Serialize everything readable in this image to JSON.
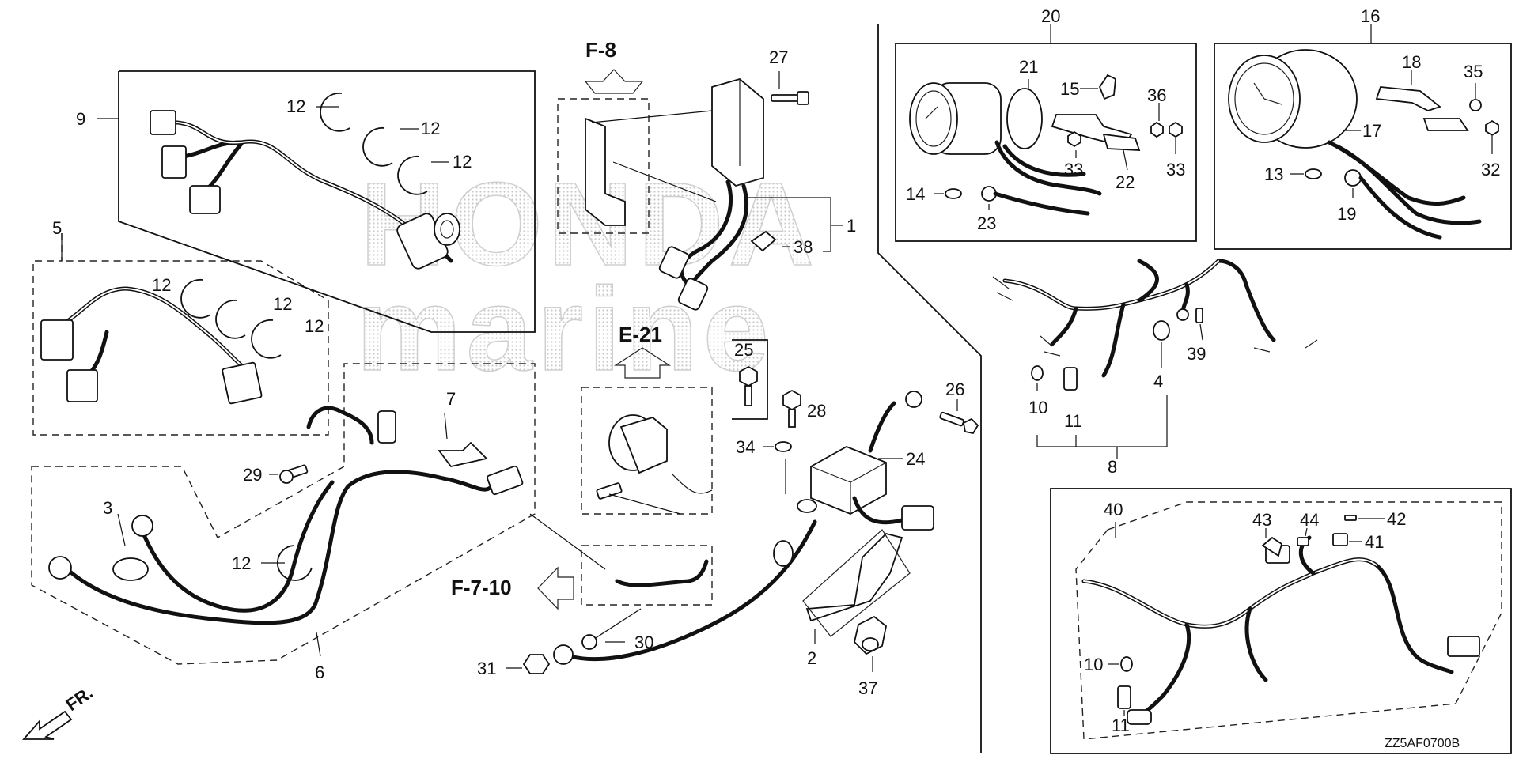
{
  "diagram": {
    "code": "ZZ5AF0700B",
    "watermark": [
      "HONDA",
      "marine"
    ],
    "front_label": "FR.",
    "refs": {
      "f8": "F-8",
      "e21": "E-21",
      "f710": "F-7-10"
    },
    "callouts": {
      "c1": "1",
      "c2": "2",
      "c3": "3",
      "c4": "4",
      "c5": "5",
      "c6": "6",
      "c7": "7",
      "c8": "8",
      "c9": "9",
      "c10a": "10",
      "c10b": "10",
      "c11a": "11",
      "c11b": "11",
      "c12a": "12",
      "c12b": "12",
      "c12c": "12",
      "c12d": "12",
      "c12e": "12",
      "c12f": "12",
      "c12g": "12",
      "c13": "13",
      "c14": "14",
      "c15": "15",
      "c16": "16",
      "c17": "17",
      "c18": "18",
      "c19": "19",
      "c20": "20",
      "c21": "21",
      "c22": "22",
      "c23": "23",
      "c24": "24",
      "c25": "25",
      "c26": "26",
      "c27": "27",
      "c28": "28",
      "c29": "29",
      "c30": "30",
      "c31": "31",
      "c32": "32",
      "c33a": "33",
      "c33b": "33",
      "c34": "34",
      "c35": "35",
      "c36": "36",
      "c37": "37",
      "c38": "38",
      "c39": "39",
      "c40": "40",
      "c41": "41",
      "c42": "42",
      "c43": "43",
      "c44": "44"
    }
  }
}
